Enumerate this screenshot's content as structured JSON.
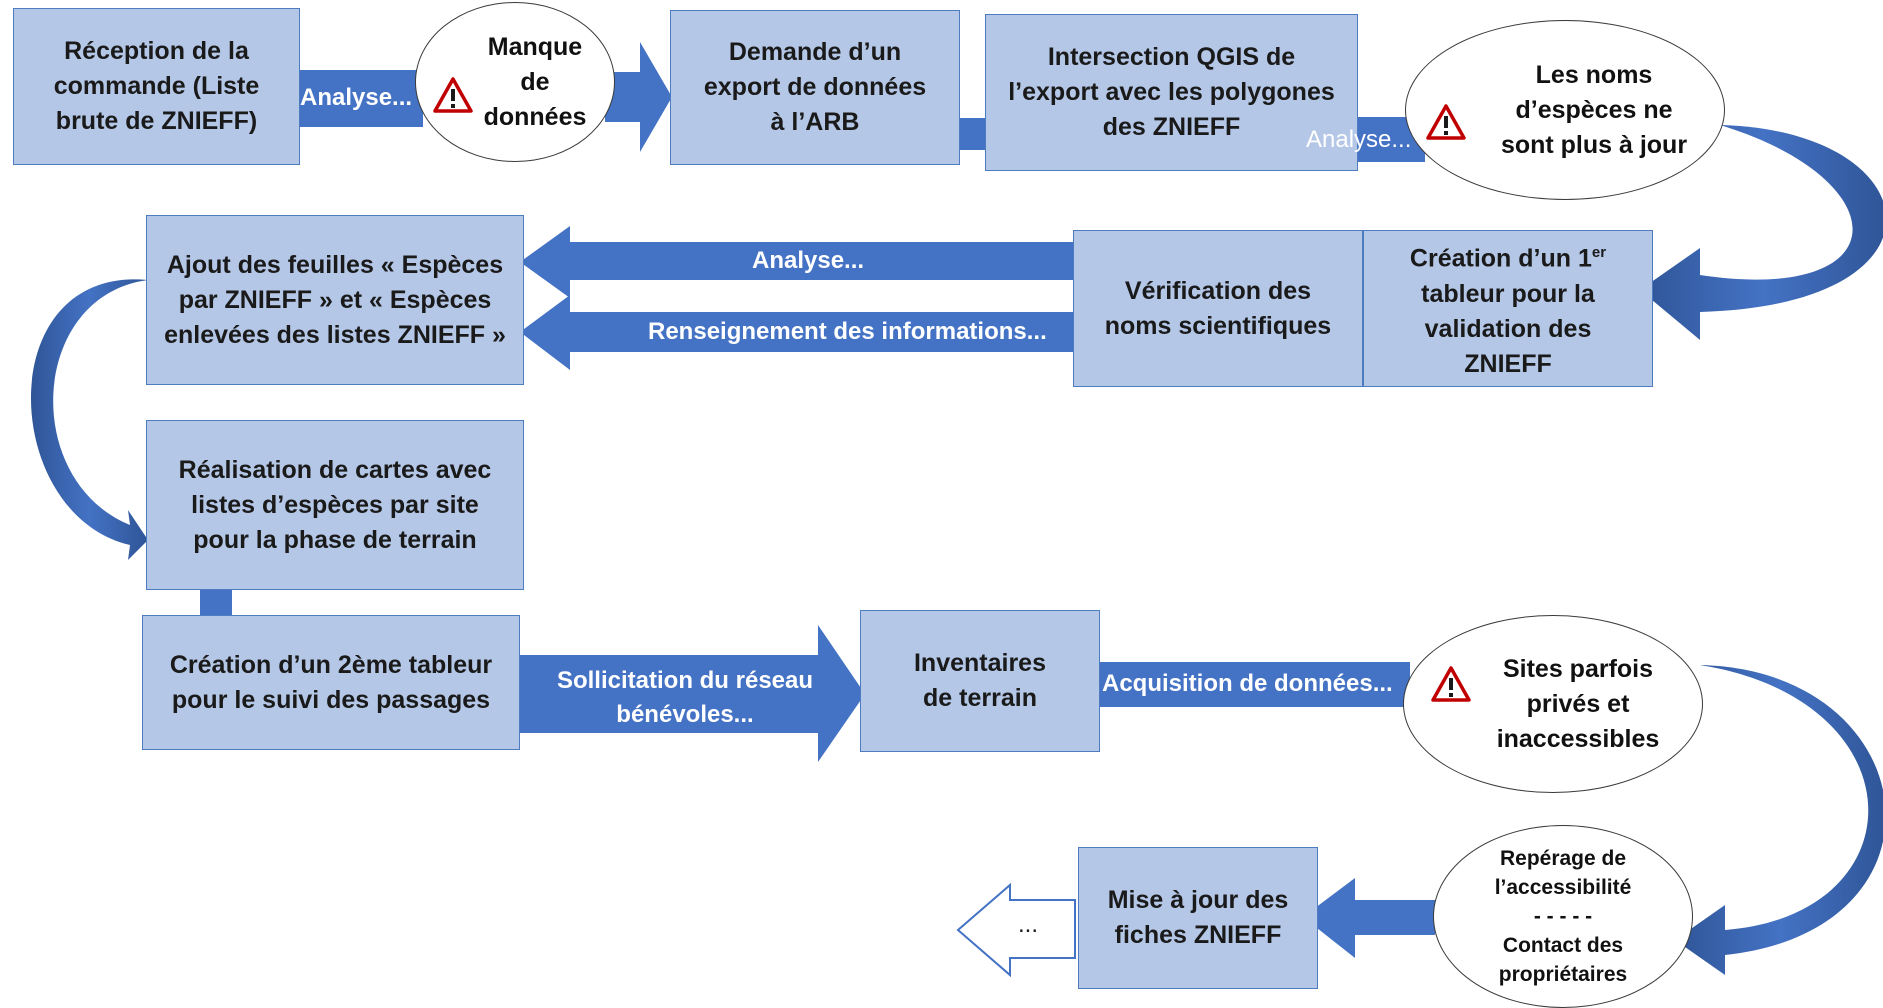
{
  "nodes": {
    "reception": [
      "Réception de la",
      "commande (Liste",
      "brute de ZNIEFF)"
    ],
    "manque": [
      "Manque",
      "de",
      "données"
    ],
    "demande": [
      "Demande d’un",
      "export de données",
      "à l’ARB"
    ],
    "intersection": [
      "Intersection QGIS de",
      "l’export avec les polygones",
      "des ZNIEFF"
    ],
    "noms": [
      "Les noms",
      "d’espèces ne",
      "sont plus à jour"
    ],
    "creation1": {
      "line1": "Création d’un 1",
      "sup": "er",
      "rest": [
        "tableur pour la",
        "validation des",
        "ZNIEFF"
      ]
    },
    "verification": [
      "Vérification des",
      "noms scientifiques"
    ],
    "ajout": [
      "Ajout des feuilles « Espèces",
      "par ZNIEFF » et « Espèces",
      "enlevées des listes ZNIEFF »"
    ],
    "realisation": [
      "Réalisation de cartes avec",
      "listes d’espèces par site",
      "pour la phase de terrain"
    ],
    "creation2": [
      "Création d’un 2ème tableur",
      "pour le suivi des passages"
    ],
    "inventaires": [
      "Inventaires",
      "de terrain"
    ],
    "sites": [
      "Sites parfois",
      "privés et",
      "inaccessibles"
    ],
    "reperage": [
      "Repérage de",
      "l’accessibilité",
      "- - - - -",
      "Contact des",
      "propriétaires"
    ],
    "miseajour": [
      "Mise à jour des",
      "fiches ZNIEFF"
    ]
  },
  "labels": {
    "analyse1": "Analyse...",
    "analyse2": "Analyse...",
    "analyse3": "Analyse...",
    "renseignement": "Renseignement des informations...",
    "sollicitation": [
      "Sollicitation du réseau",
      "bénévoles..."
    ],
    "acquisition": "Acquisition de données...",
    "final": "..."
  },
  "colors": {
    "arrow": "#4472c4",
    "box_fill": "#b4c7e7",
    "box_border": "#4e7cc0",
    "warning": "#c00000"
  },
  "icons": [
    "warning-icon",
    "plus-icon",
    "curved-arrow",
    "block-arrow",
    "outline-arrow"
  ]
}
